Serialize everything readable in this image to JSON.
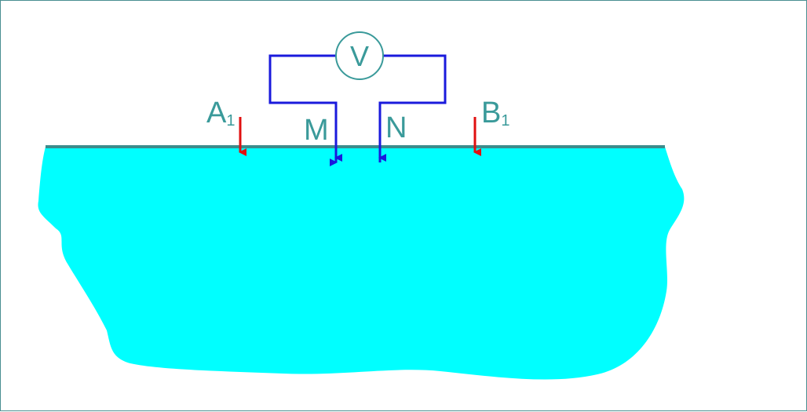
{
  "diagram": {
    "labels": {
      "a_main": "A",
      "a_sub": "1",
      "b_main": "B",
      "b_sub": "1",
      "m": "M",
      "n": "N"
    },
    "voltmeter_symbol": "V",
    "colors": {
      "ground_fill": "#00ffff",
      "surface_line": "#3c8c8c",
      "wire": "#1a1adc",
      "current_electrode": "#e01010",
      "label_text": "#3a9a9a",
      "frame_border": "#4a8f91"
    }
  }
}
